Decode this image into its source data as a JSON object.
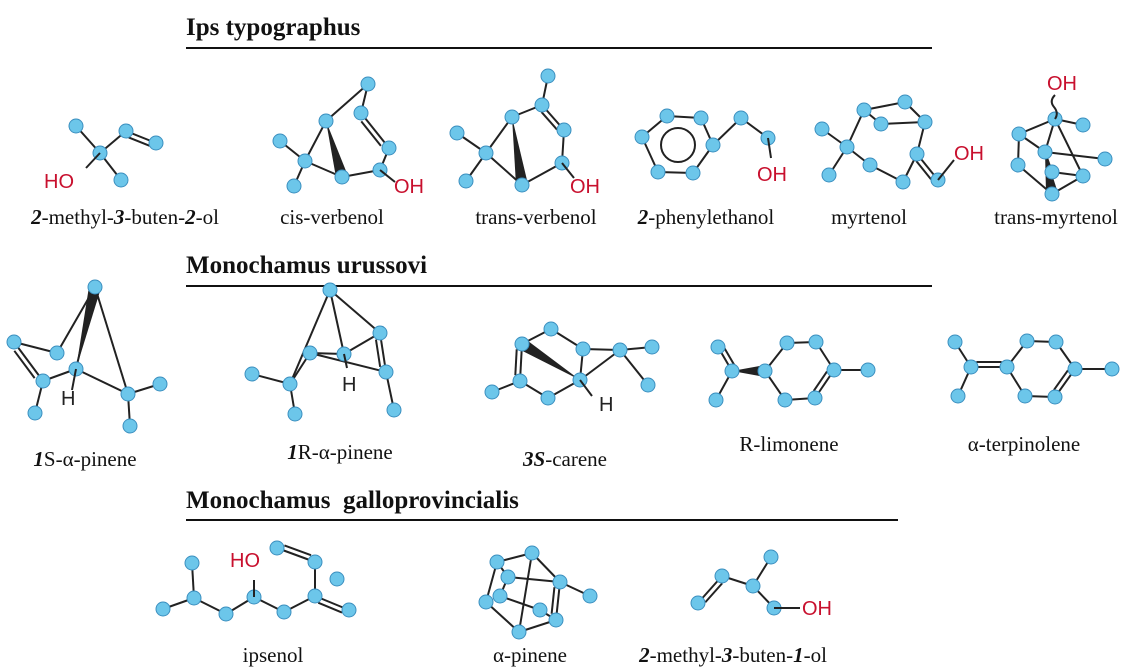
{
  "colors": {
    "atom": "#6cc6ea",
    "atom_stroke": "#3b8fbf",
    "bond": "#222222",
    "hetero": "#c8102e"
  },
  "sections": [
    {
      "title": "Ips typographus",
      "compounds": [
        {
          "id": "2-methyl-3-buten-2-ol",
          "parts": [
            [
              "2",
              true
            ],
            [
              "-methyl-",
              false
            ],
            [
              "3",
              true
            ],
            [
              "-buten-",
              false
            ],
            [
              "2",
              true
            ],
            [
              "-ol",
              false
            ]
          ],
          "hetero": [
            "HO"
          ]
        },
        {
          "id": "cis-verbenol",
          "parts": [
            [
              "cis-verbenol",
              false
            ]
          ],
          "hetero": [
            "OH"
          ]
        },
        {
          "id": "trans-verbenol",
          "parts": [
            [
              "trans-verbenol",
              false
            ]
          ],
          "hetero": [
            "OH"
          ]
        },
        {
          "id": "2-phenylethanol",
          "parts": [
            [
              "2",
              true
            ],
            [
              "-phenylethanol",
              false
            ]
          ],
          "hetero": [
            "OH"
          ]
        },
        {
          "id": "myrtenol",
          "parts": [
            [
              "myrtenol",
              false
            ]
          ],
          "hetero": [
            "OH"
          ]
        },
        {
          "id": "trans-myrtenol",
          "parts": [
            [
              "trans-myrtenol",
              false
            ]
          ],
          "hetero": [
            "OH"
          ]
        }
      ]
    },
    {
      "title": "Monochamus urussovi",
      "compounds": [
        {
          "id": "1S-alpha-pinene",
          "parts": [
            [
              "1",
              true
            ],
            [
              "S-α-pinene",
              false
            ]
          ],
          "hetero": [
            "H"
          ]
        },
        {
          "id": "1R-alpha-pinene",
          "parts": [
            [
              "1",
              true
            ],
            [
              "R-α-pinene",
              false
            ]
          ],
          "hetero": [
            "H"
          ]
        },
        {
          "id": "3S-carene",
          "parts": [
            [
              "3S",
              true
            ],
            [
              "-carene",
              false
            ]
          ],
          "hetero": [
            "H"
          ]
        },
        {
          "id": "R-limonene",
          "parts": [
            [
              "R-limonene",
              false
            ]
          ],
          "hetero": []
        },
        {
          "id": "alpha-terpinolene",
          "parts": [
            [
              "α-terpinolene",
              false
            ]
          ],
          "hetero": []
        }
      ]
    },
    {
      "title": "Monochamus  galloprovincialis",
      "compounds": [
        {
          "id": "ipsenol",
          "parts": [
            [
              "ipsenol",
              false
            ]
          ],
          "hetero": [
            "HO"
          ]
        },
        {
          "id": "alpha-pinene",
          "parts": [
            [
              "α-pinene",
              false
            ]
          ],
          "hetero": []
        },
        {
          "id": "2-methyl-3-buten-1-ol",
          "parts": [
            [
              "2",
              true
            ],
            [
              "-methyl-",
              false
            ],
            [
              "3",
              true
            ],
            [
              "-buten-",
              false
            ],
            [
              "1",
              true
            ],
            [
              "-ol",
              false
            ]
          ],
          "hetero": [
            "OH"
          ]
        }
      ]
    }
  ]
}
